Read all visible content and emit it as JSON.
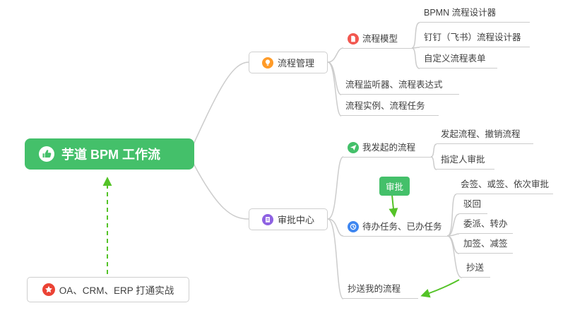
{
  "colors": {
    "root-green": "#44c06a",
    "arrow-green": "#54c327",
    "orange": "#ff9b28",
    "red": "#f2574f",
    "purple": "#8e62e2",
    "green": "#44c06a",
    "blue": "#3e86f0",
    "star-red": "#eb4335",
    "line-gray": "#cccccc",
    "border-gray": "#cfcfcf",
    "text": "#404040"
  },
  "mindmap": {
    "root": {
      "label": "芋道 BPM 工作流"
    },
    "process_management": {
      "label": "流程管理",
      "process_model": {
        "label": "流程模型",
        "children": [
          "BPMN 流程设计器",
          "钉钉（飞书）流程设计器",
          "自定义流程表单"
        ]
      },
      "listener": "流程监听器、流程表达式",
      "instance": "流程实例、流程任务"
    },
    "approval_center": {
      "label": "审批中心",
      "my_initiated": {
        "label": "我发起的流程",
        "children": [
          "发起流程、撤销流程",
          "指定人审批"
        ]
      },
      "approval_badge": "审批",
      "todo_done": {
        "label": "待办任务、已办任务",
        "children": [
          "会签、或签、依次审批",
          "驳回",
          "委派、转办",
          "加签、减签",
          "抄送"
        ]
      },
      "cc_my_process": "抄送我的流程"
    },
    "practice": {
      "label": "OA、CRM、ERP 打通实战"
    }
  }
}
